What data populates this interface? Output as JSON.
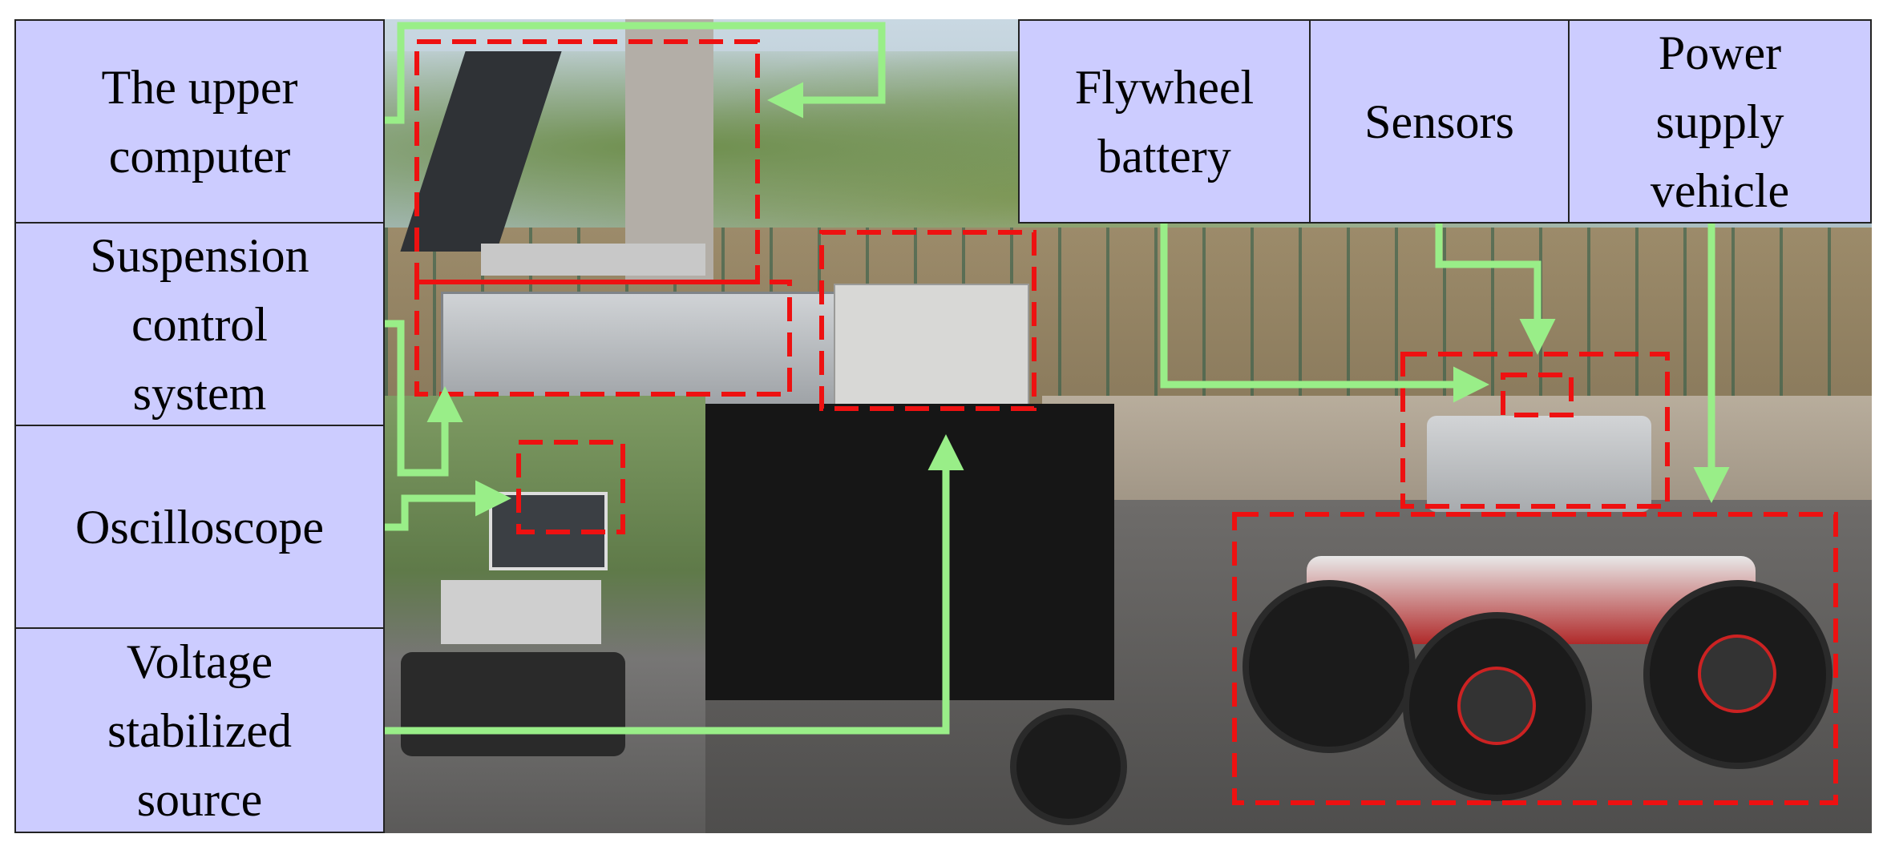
{
  "labels": {
    "upper_computer": "The upper\ncomputer",
    "suspension_control": "Suspension\ncontrol\nsystem",
    "oscilloscope": "Oscilloscope",
    "voltage_source": "Voltage\nstabilized\nsource",
    "flywheel_battery": "Flywheel\nbattery",
    "sensors": "Sensors",
    "power_supply_vehicle": "Power\nsupply\nvehicle"
  },
  "colors": {
    "label_fill": "#ccccff",
    "arrow": "#99ee88",
    "highlight_box": "#ee1111"
  }
}
